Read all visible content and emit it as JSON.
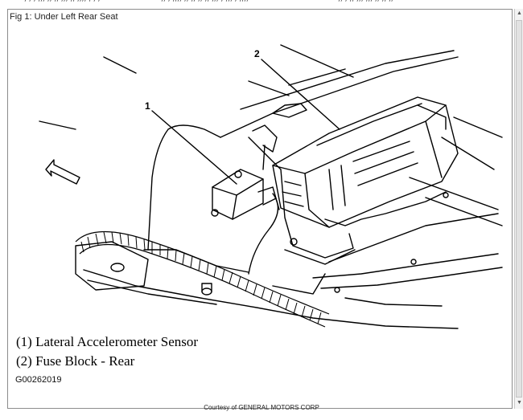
{
  "figure": {
    "caption": "Fig 1: Under Left Rear Seat",
    "callout_1": "1",
    "callout_2": "2",
    "legend": [
      "(1) Lateral Accelerometer Sensor",
      "(2) Fuse Block - Rear"
    ],
    "code": "G00262019",
    "courtesy": "Courtesy of GENERAL MOTORS CORP"
  }
}
